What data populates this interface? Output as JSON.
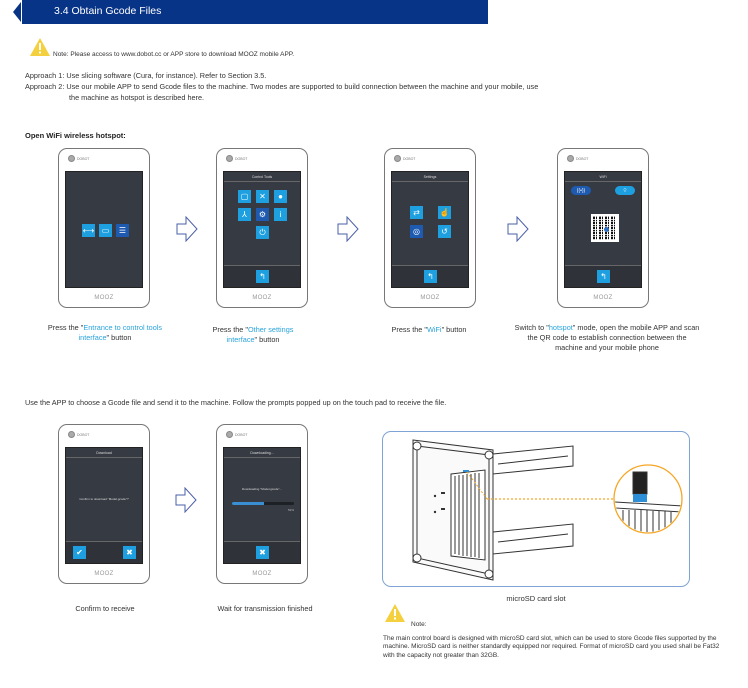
{
  "header": {
    "title": "3.4 Obtain Gcode Files",
    "color": "#083487"
  },
  "note_top": {
    "icon": "warning-icon",
    "text": "Note: Please access to www.dobot.cc or APP store to download MOOZ mobile APP."
  },
  "approaches": [
    {
      "label": "Approach 1:",
      "text": "Use slicing software (Cura, for instance). Refer to Section 3.5."
    },
    {
      "label": "Approach 2:",
      "text": "Use our mobile APP to send Gcode files to the machine. Two modes are supported to build connection between the machine and your mobile, use",
      "continuation": "the machine as hotspot is described here."
    }
  ],
  "section_title": "Open WiFi wireless hotspot:",
  "phones_hotspot": [
    {
      "brand": "MOOZ",
      "logo": "DOBOT",
      "screen": "home",
      "buttons": [
        "move-icon",
        "print-icon",
        "menu-list-icon"
      ]
    },
    {
      "brand": "MOOZ",
      "logo": "DOBOT",
      "screen": "control-tools",
      "title": "Control Tools",
      "buttons": [
        "preheat-icon",
        "leveling-icon",
        "filament-icon",
        "axis-icon",
        "other-settings-icon",
        "info-icon",
        "power-icon"
      ],
      "back": "back-icon"
    },
    {
      "brand": "MOOZ",
      "logo": "DOBOT",
      "screen": "settings",
      "title": "Settings",
      "buttons": [
        "switch-icon",
        "touch-icon",
        "wifi-settings-icon",
        "reset-icon"
      ],
      "back": "back-icon"
    },
    {
      "brand": "MOOZ",
      "logo": "DOBOT",
      "screen": "wifi",
      "title": "WiFi",
      "modes": [
        "hotspot-icon",
        "wifi-icon"
      ],
      "qr": "qr-code",
      "back": "back-icon"
    }
  ],
  "captions_hotspot": [
    {
      "pre": "Press the \"",
      "highlight": "Entrance to control tools interface",
      "post": "\" button"
    },
    {
      "pre": "Press the \"",
      "highlight": "Other settings interface",
      "post": "\" button"
    },
    {
      "pre": "Press the \"",
      "highlight": "WiFi",
      "post": "\" button"
    },
    {
      "pre": "Switch to \"",
      "highlight": "hotspot",
      "post": "\" mode, open the mobile APP and scan the QR code to establish connection between the machine and your mobile phone"
    }
  ],
  "use_app_text": "Use the APP to choose a Gcode file and send it to the machine. Follow the prompts popped up on the touch pad to receive the file.",
  "phones_receive": [
    {
      "brand": "MOOZ",
      "logo": "DOBOT",
      "title": "Download",
      "message": "Confirm to download \"Model.gcode\"?",
      "buttons": [
        "confirm-icon",
        "cancel-icon"
      ]
    },
    {
      "brand": "MOOZ",
      "logo": "DOBOT",
      "title": "Downloading...",
      "message": "Downloading \"Model.gcode\"...",
      "progress_percent": 52,
      "progress_label": "52%",
      "buttons": [
        "cancel-icon"
      ]
    }
  ],
  "captions_receive": [
    "Confirm to receive",
    "Wait for transmission finished"
  ],
  "image": {
    "caption": "microSD card slot",
    "accent": "#f5a623",
    "border": "#7ea3d4"
  },
  "note_bottom": {
    "label": "Note:",
    "text": "The main control board is designed with microSD card slot, which can be used to store Gcode files supported by the machine. MicroSD card is neither standardly equipped nor required. Format of microSD card you used shall be Fat32 with the capacity not greater than 32GB."
  },
  "colors": {
    "highlight": "#29a3dc",
    "button": "#1e9fe0",
    "button_dark": "#1d5ab0",
    "screen": "#363a42",
    "warning": "#f4d03f"
  }
}
